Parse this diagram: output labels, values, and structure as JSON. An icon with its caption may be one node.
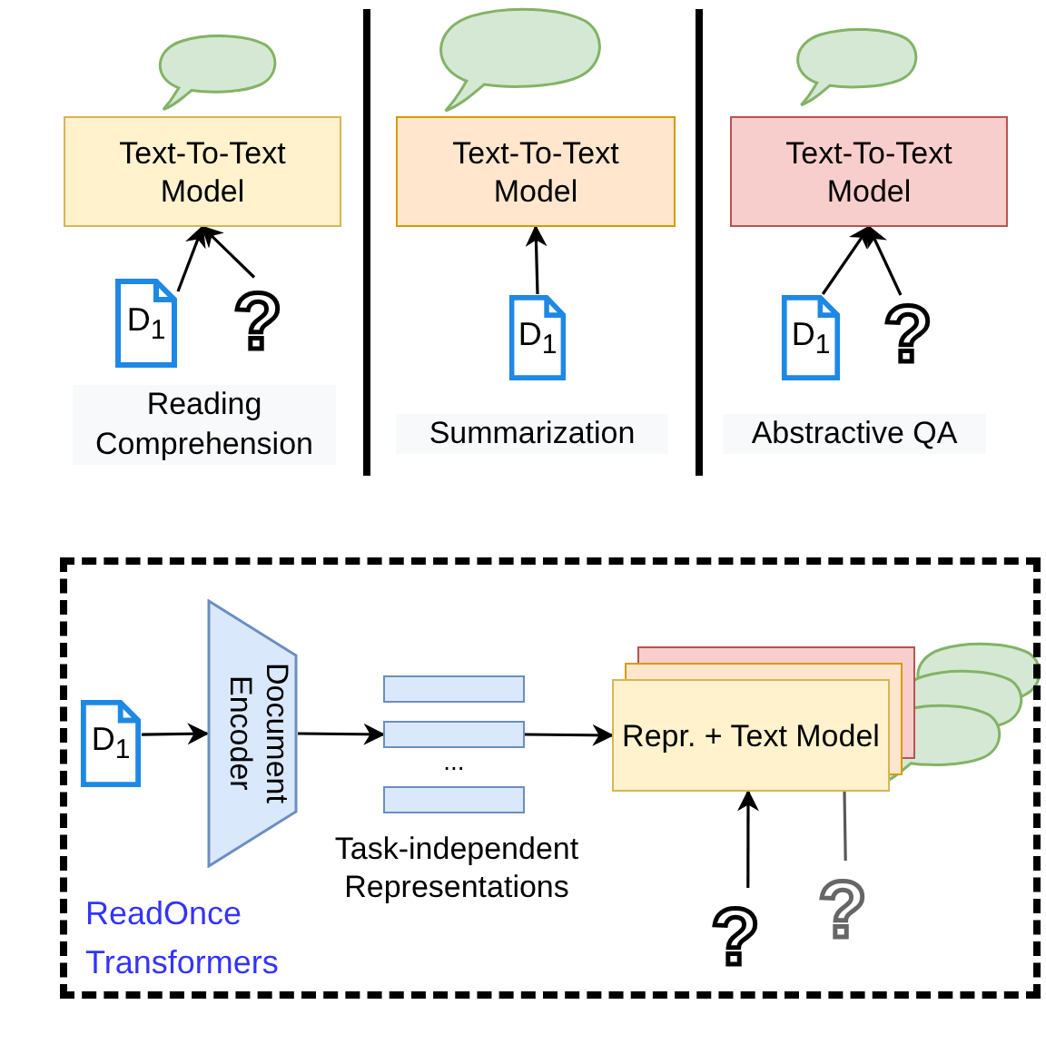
{
  "diagram": {
    "nodes": [
      {
        "text": [
          "Text-To-Text Model"
        ]
      },
      {
        "text": [
          "D$_{1}$"
        ]
      },
      {
        "text": [
          "?"
        ]
      },
      {
        "text": [
          "Text-To-Text Model"
        ]
      },
      {
        "text": [
          "D$_{1}$"
        ]
      },
      {
        "text": [
          "Text-To-Text Model"
        ]
      },
      {
        "text": [
          "D$_{1}$"
        ]
      },
      {
        "text": [
          "?"
        ]
      },
      {
        "text": [
          "ReadOnce Transformers"
        ]
      },
      {
        "text": [
          "D$_{1}$"
        ],
        "in": 8
      },
      {
        "text": [
          "Document Encoder"
        ],
        "in": 8
      },
      {
        "text": [
          "...",
          "Task-independent Representations"
        ],
        "in": 8
      },
      {
        "text": [],
        "shape": "bar",
        "in": 11
      },
      {
        "text": [],
        "shape": "bar",
        "in": 11
      },
      {
        "text": [],
        "shape": "bar",
        "in": 11
      },
      {
        "text": [
          "Repr. + Text Model"
        ],
        "in": 8
      },
      {
        "text": [
          "?"
        ],
        "in": 8
      },
      {
        "text": [
          "?"
        ],
        "in": 8
      }
    ],
    "edges": [
      {
        "from": 1,
        "to": 0,
        "arrow": "to"
      },
      {
        "from": 2,
        "to": 0,
        "arrow": "to"
      },
      {
        "from": 4,
        "to": 3,
        "arrow": "to"
      },
      {
        "from": 6,
        "to": 5,
        "arrow": "to"
      },
      {
        "from": 7,
        "to": 5,
        "arrow": "to"
      },
      {
        "from": 9,
        "to": 10,
        "arrow": "to"
      },
      {
        "from": 10,
        "to": 13,
        "arrow": "to"
      },
      {
        "from": 13,
        "to": 15,
        "arrow": "to"
      },
      {
        "from": 16,
        "to": 15,
        "arrow": "to"
      },
      {
        "from": 17,
        "to": 15,
        "arrow": "none",
        "color": "#595959"
      }
    ],
    "labels": [
      "Reading Comprehension",
      "Summarization",
      "Abstractive QA"
    ]
  }
}
